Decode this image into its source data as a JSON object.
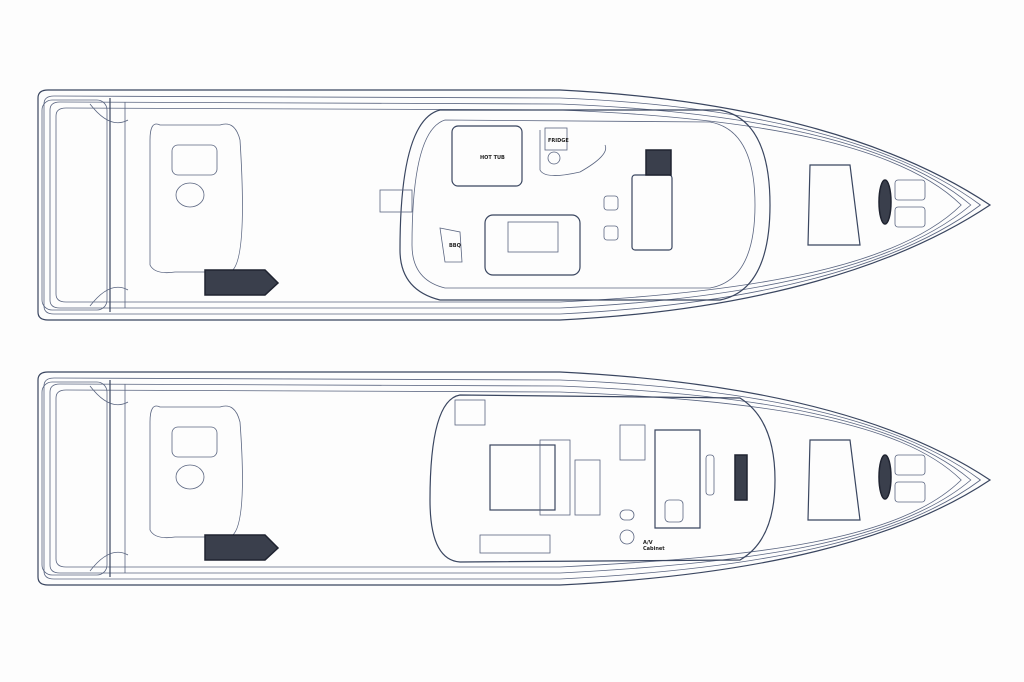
{
  "plans": [
    {
      "name": "upper-deck-plan",
      "labels": {
        "hot_tub": "HOT TUB",
        "fridge": "FRIDGE",
        "bbq": "BBQ"
      }
    },
    {
      "name": "main-deck-plan",
      "labels": {
        "av_cabinet": "A/V Cabinet"
      }
    }
  ],
  "colors": {
    "line": "#3a4660",
    "hatch": "#3a3f4c",
    "background": "#fdfdfd"
  }
}
